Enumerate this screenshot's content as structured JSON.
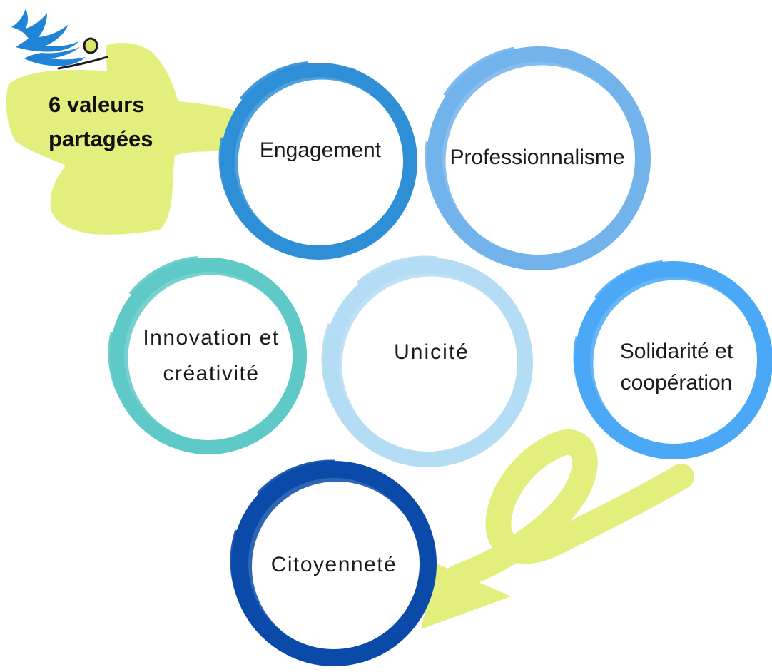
{
  "header": {
    "title_line1": "6 valeurs",
    "title_line2": "partagées"
  },
  "values": {
    "engagement": "Engagement",
    "professionnalisme": "Professionnalisme",
    "innovation_line1": "Innovation et",
    "innovation_line2": "créativité",
    "unicite": "Unicité",
    "solidarite_line1": "Solidarité et",
    "solidarite_line2": "coopération",
    "citoyennete": "Citoyenneté"
  },
  "colors": {
    "highlight": "#e3ef7d",
    "engagement": "#2f8fd6",
    "professionnalisme": "#72b3ec",
    "innovation": "#5ec9c7",
    "unicite": "#b4dcf4",
    "solidarite": "#4aa8f6",
    "citoyennete": "#0b4aa8",
    "logo_wing": "#1f84d6",
    "logo_dot": "#d9e46a"
  },
  "icons": {
    "logo": "bird-logo-icon",
    "arrow": "curved-arrow-icon"
  }
}
